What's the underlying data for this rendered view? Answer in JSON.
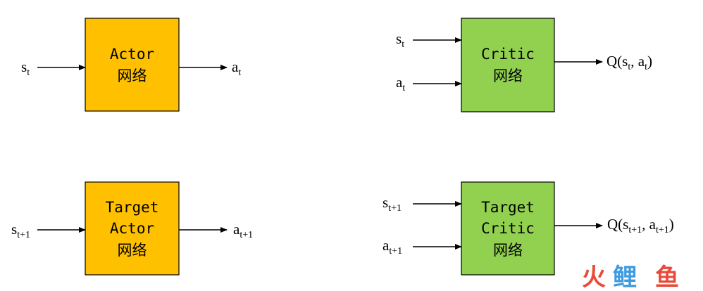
{
  "colors": {
    "actor_box": "#FFC000",
    "critic_box": "#92D050",
    "watermark_red": "#E84A3A",
    "watermark_blue": "#3F9BE0"
  },
  "actor": {
    "line1": "Actor",
    "line2": "网络",
    "input_main": "s",
    "input_sub": "t",
    "output_main": "a",
    "output_sub": "t"
  },
  "critic": {
    "line1": "Critic",
    "line2": "网络",
    "input1_main": "s",
    "input1_sub": "t",
    "input2_main": "a",
    "input2_sub": "t",
    "output_prefix": "Q(s",
    "output_sub1": "t",
    "output_mid": ", a",
    "output_sub2": "t",
    "output_suffix": ")"
  },
  "target_actor": {
    "line1": "Target",
    "line2": "Actor",
    "line3": "网络",
    "input_main": "s",
    "input_sub": "t+1",
    "output_main": "a",
    "output_sub": "t+1"
  },
  "target_critic": {
    "line1": "Target",
    "line2": "Critic",
    "line3": "网络",
    "input1_main": "s",
    "input1_sub": "t+1",
    "input2_main": "a",
    "input2_sub": "t+1",
    "output_prefix": "Q(s",
    "output_sub1": "t+1",
    "output_mid": ", a",
    "output_sub2": "t+1",
    "output_suffix": ")"
  },
  "watermark": {
    "char1": "火",
    "char2": "鲤",
    "char3": "鱼"
  }
}
